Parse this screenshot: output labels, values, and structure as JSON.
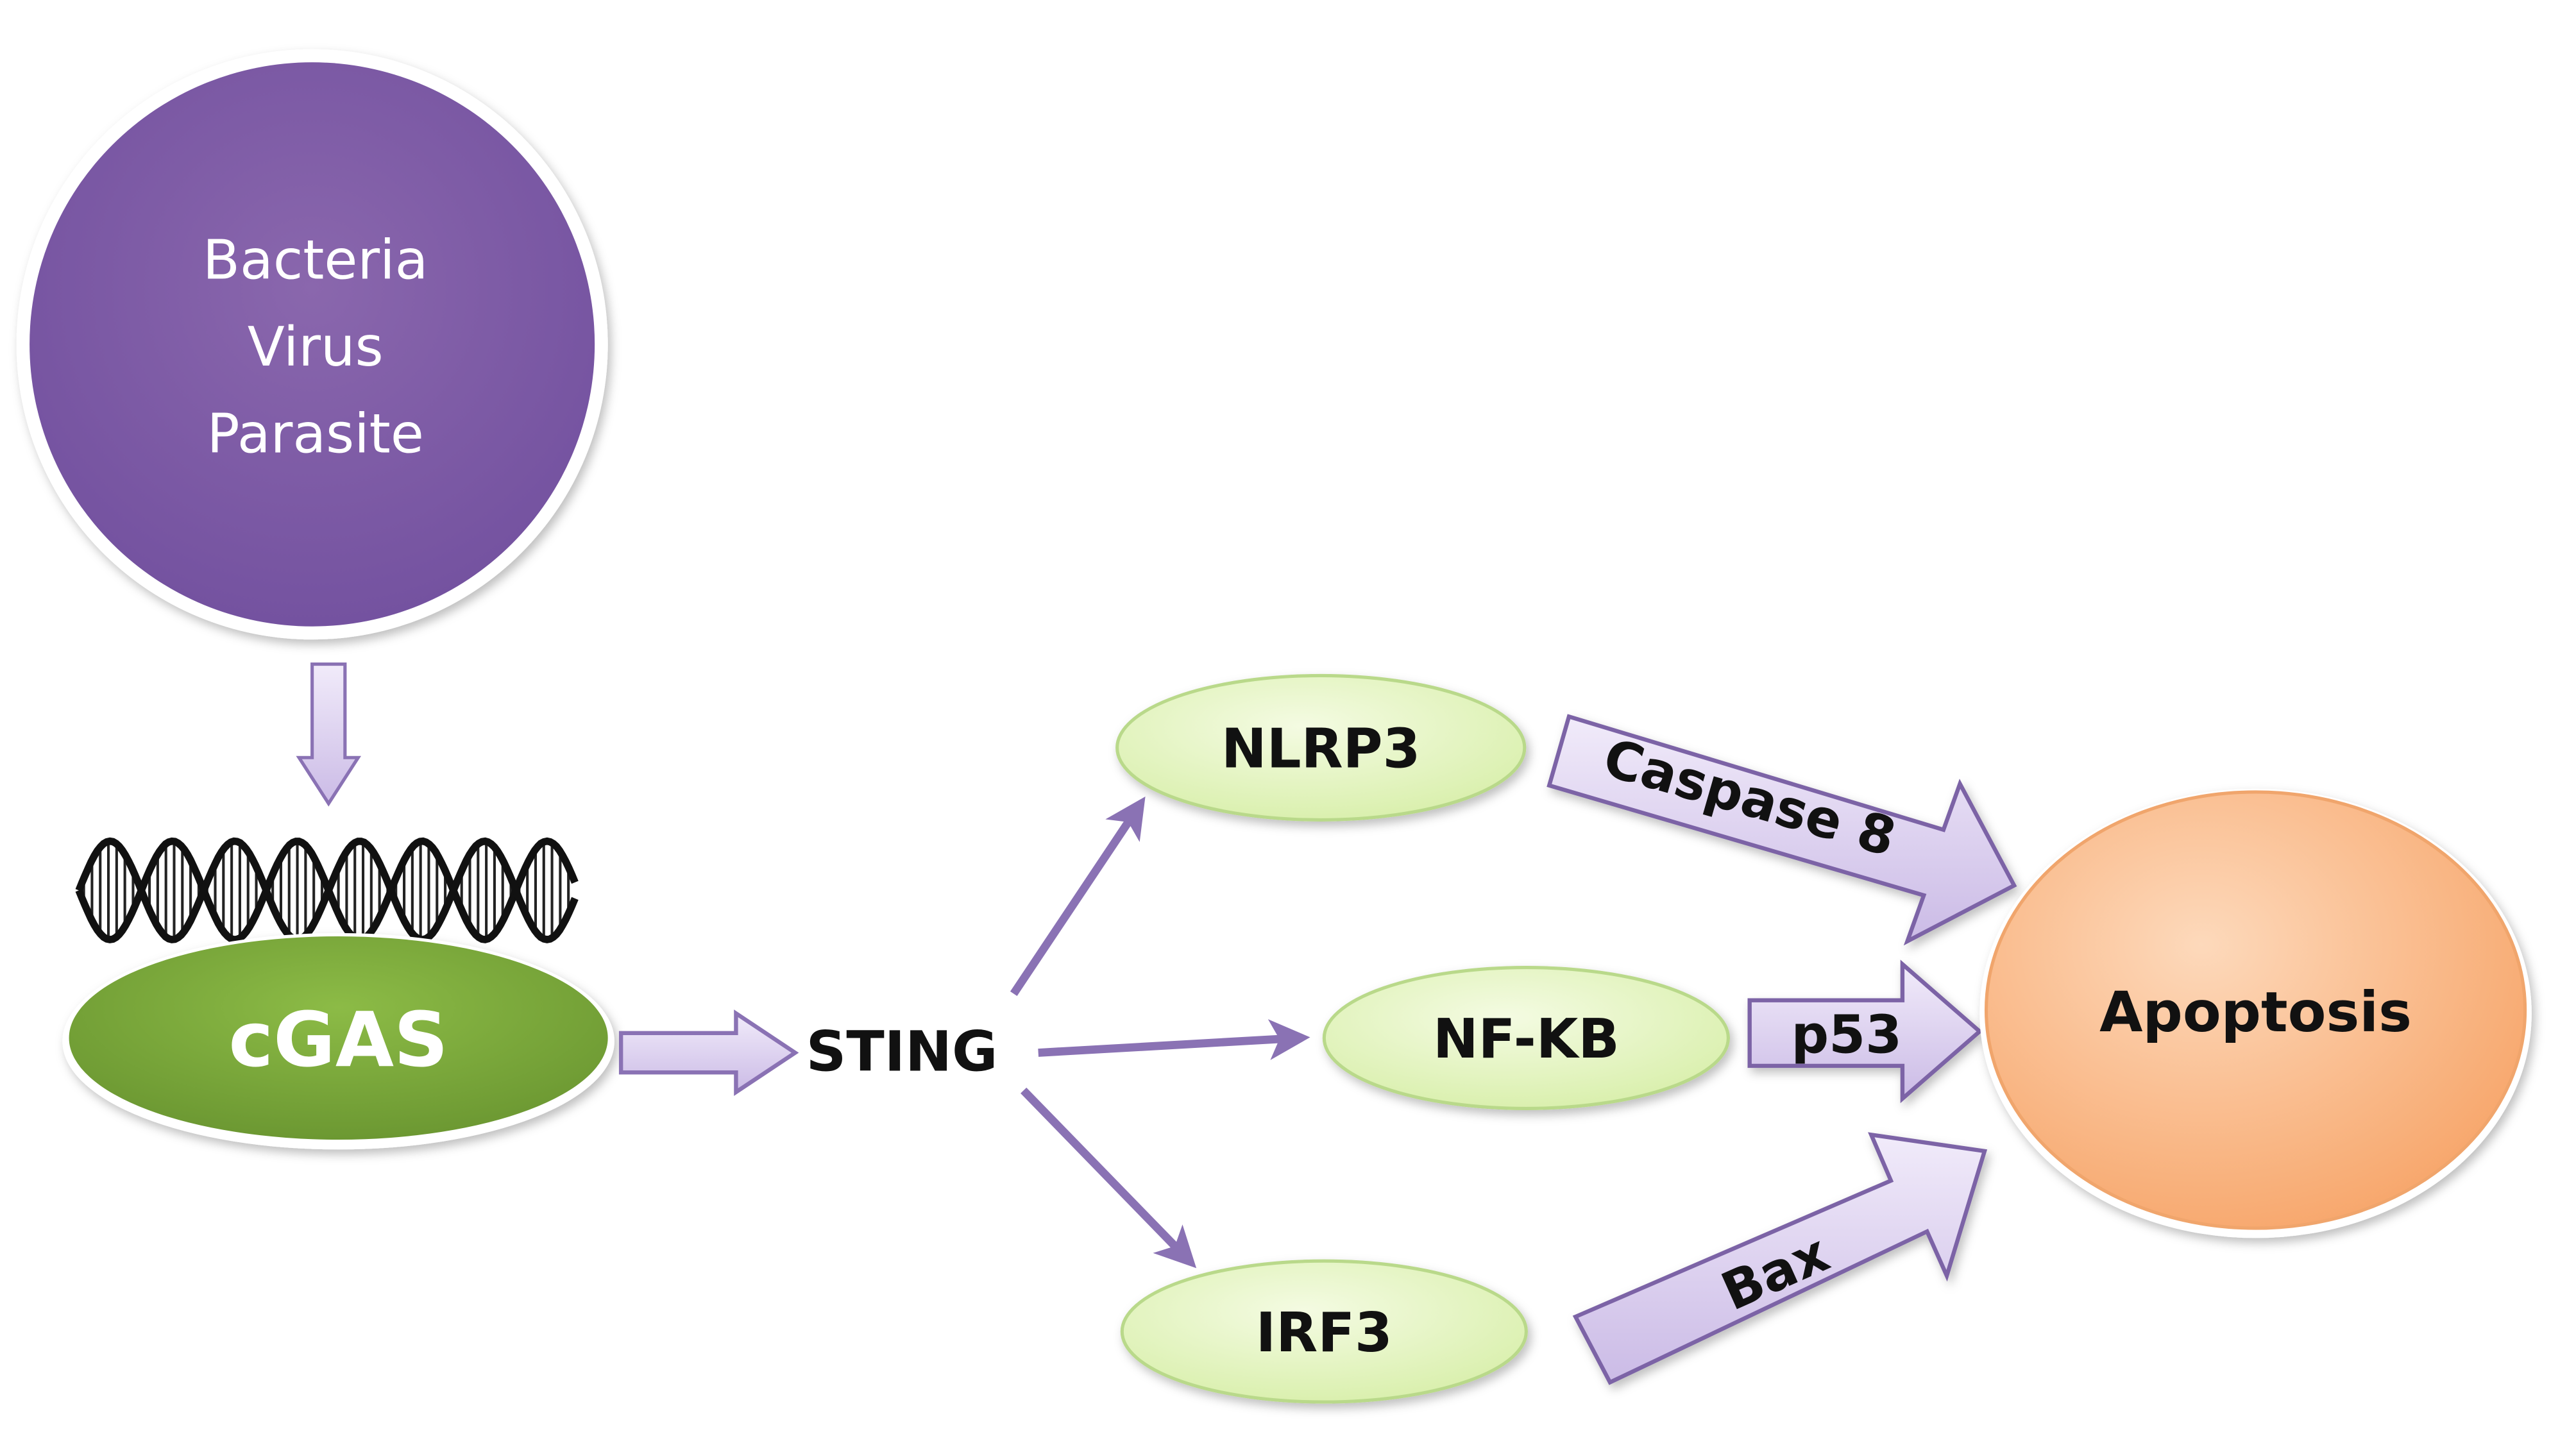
{
  "pathogen": {
    "lines": [
      "Bacteria",
      "Virus",
      "Parasite"
    ]
  },
  "cgas": {
    "label": "cGAS"
  },
  "sting": {
    "label": "STING"
  },
  "nodes": {
    "nlrp3": "NLRP3",
    "nfkb": "NF-KB",
    "irf3": "IRF3",
    "apoptosis": "Apoptosis"
  },
  "effectors": {
    "caspase8": "Caspase 8",
    "p53": "p53",
    "bax": "Bax"
  },
  "colors": {
    "pathogen_fill": "#7e5aa2",
    "cgas_fill": "#79a53a",
    "node_fill": "#e6f5c6",
    "apoptosis_fill": "#fbb784",
    "arrow_fill": "#dcd0ee",
    "arrow_stroke": "#7c64a6"
  }
}
